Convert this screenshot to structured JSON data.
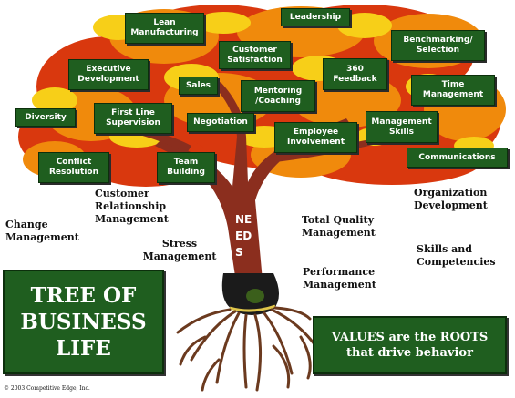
{
  "colors": {
    "box_fill": "#1f5e1f",
    "trunk": "#8b2e1e",
    "foliage_red": "#d9380e",
    "foliage_orange": "#f08a0c",
    "foliage_yellow": "#f7cf18",
    "roots": "#6b3a1f"
  },
  "canopy_skills": {
    "leadership": "Leadership",
    "lean_manufacturing": "Lean\nManufacturing",
    "customer_satisfaction": "Customer\nSatisfaction",
    "benchmarking": "Benchmarking/\nSelection",
    "executive_development": "Executive\nDevelopment",
    "sales": "Sales",
    "feedback_360": "360\nFeedback",
    "mentoring": "Mentoring\n/Coaching",
    "time_management": "Time\nManagement",
    "diversity": "Diversity",
    "first_line_supervision": "First Line\nSupervision",
    "negotiation": "Negotiation",
    "management_skills": "Management\nSkills",
    "employee_involvement": "Employee\nInvolvement",
    "communications": "Communications",
    "conflict_resolution": "Conflict\nResolution",
    "team_building": "Team\nBuilding"
  },
  "topics": {
    "change_management": "Change\nManagement",
    "customer_relationship": "Customer\nRelationship\nManagement",
    "stress_management": "Stress\nManagement",
    "total_quality": "Total Quality\nManagement",
    "performance_management": "Performance\nManagement",
    "organization_development": "Organization\nDevelopment",
    "skills_competencies": "Skills and\nCompetencies"
  },
  "trunk_label": "NE\nED\nS",
  "title": "TREE OF\nBUSINESS\nLIFE",
  "values_caption": "VALUES are the ROOTS\nthat drive behavior",
  "copyright": "© 2003 Competitive Edge, Inc."
}
